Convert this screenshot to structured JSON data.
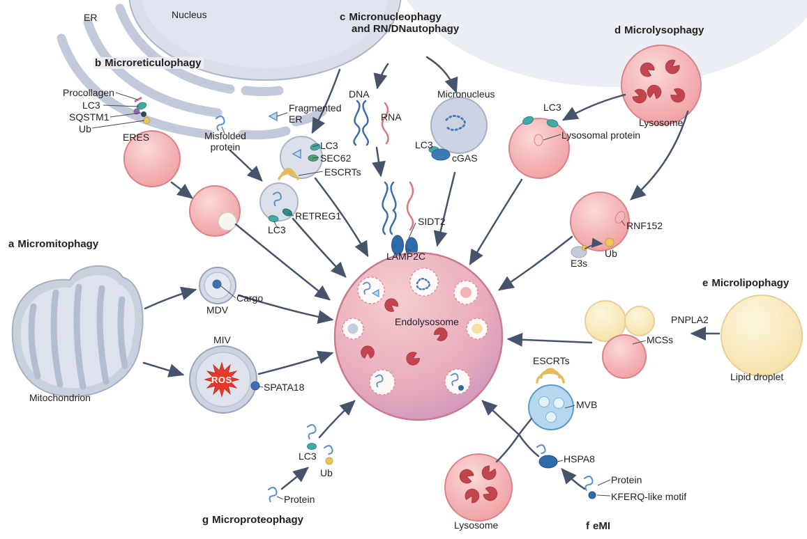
{
  "figure": {
    "description": "Types of microautophagy diagram with endolysosome hub"
  },
  "colors": {
    "arrow": "#45536b",
    "organelle_pink": "#ef9a9d",
    "organelle_gray": "#ccd3e1",
    "lipid_yellow": "#f6e2a9",
    "mvb_blue": "#b5d8ef",
    "lc3_teal": "#45a8a2",
    "ub_yellow": "#ecc65a",
    "dark_blue_protein": "#2d6ca8",
    "ros_red": "#e8392b"
  },
  "sections": {
    "a": {
      "letter": "a",
      "title": "Micromitophagy"
    },
    "b": {
      "letter": "b",
      "title": "Microreticulophagy"
    },
    "c": {
      "letter": "c",
      "line1": "Micronucleophagy",
      "line2": "and RN/DNautophagy"
    },
    "d": {
      "letter": "d",
      "title": "Microlysophagy"
    },
    "e": {
      "letter": "e",
      "title": "Microlipophagy"
    },
    "f": {
      "letter": "f",
      "title": "eMI"
    },
    "g": {
      "letter": "g",
      "title": "Microproteophagy"
    }
  },
  "labels": {
    "er": "ER",
    "nucleus": "Nucleus",
    "procollagen": "Procollagen",
    "lc3": "LC3",
    "sqstm1": "SQSTM1",
    "ub": "Ub",
    "eres": "ERES",
    "misfolded_protein": "Misfolded protein",
    "fragmented_er": "Fragmented ER",
    "sec62": "SEC62",
    "escrts": "ESCRTs",
    "retreg1": "RETREG1",
    "dna": "DNA",
    "rna": "RNA",
    "micronucleus": "Micronucleus",
    "cgas": "cGAS",
    "sidt2": "SIDT2",
    "lamp2c": "LAMP2C",
    "lysosome": "Lysosome",
    "lysosomal_protein": "Lysosomal protein",
    "rnf152": "RNF152",
    "e3s": "E3s",
    "pnpla2": "PNPLA2",
    "mcss": "MCSs",
    "lipid_droplet": "Lipid droplet",
    "endolysosome": "Endolysosome",
    "mitochondrion": "Mitochondrion",
    "mdv": "MDV",
    "cargo": "Cargo",
    "miv": "MIV",
    "ros": "ROS",
    "spata18": "SPATA18",
    "mvb": "MVB",
    "hspa8": "HSPA8",
    "protein": "Protein",
    "kferq": "KFERQ-like motif"
  }
}
